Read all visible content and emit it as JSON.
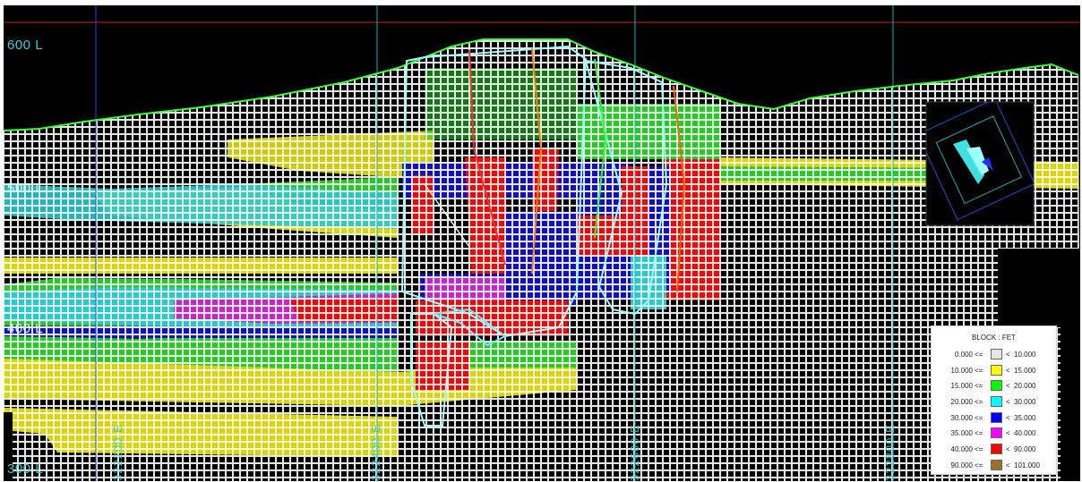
{
  "elevation_labels": [
    "600 L",
    "500 L",
    "400 L",
    "300 L"
  ],
  "easting_labels": [
    "322200 E",
    "322400 E",
    "322600 E",
    "322800 E"
  ],
  "legend": {
    "title": "BLOCK : FET",
    "rows": [
      {
        "low": "0.000",
        "op": "<=",
        "lt": "<",
        "high": "10.000",
        "color": "#e6e6e6"
      },
      {
        "low": "10.000",
        "op": "<=",
        "lt": "<",
        "high": "15.000",
        "color": "#ffff00"
      },
      {
        "low": "15.000",
        "op": "<=",
        "lt": "<",
        "high": "20.000",
        "color": "#00ff00"
      },
      {
        "low": "20.000",
        "op": "<=",
        "lt": "<",
        "high": "30.000",
        "color": "#00ffff"
      },
      {
        "low": "30.000",
        "op": "<=",
        "lt": "<",
        "high": "35.000",
        "color": "#0000ff"
      },
      {
        "low": "35.000",
        "op": "<=",
        "lt": "<",
        "high": "40.000",
        "color": "#ff00ff"
      },
      {
        "low": "40.000",
        "op": "<=",
        "lt": "<",
        "high": "90.000",
        "color": "#ff0000"
      },
      {
        "low": "90.000",
        "op": "<=",
        "lt": "<",
        "high": "101.000",
        "color": "#a0702a"
      }
    ]
  },
  "colors": {
    "background": "#000000",
    "grid": "#ffffff",
    "topography": "#3cff3c",
    "ceiling_line": "#cc2222",
    "section_line": "#2aa8b0",
    "stope_outline": "#a0ffff"
  }
}
